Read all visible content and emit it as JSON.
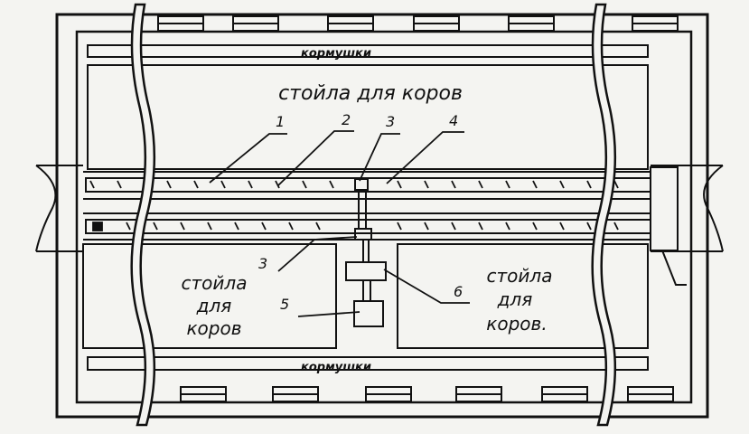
{
  "labels": {
    "feeder_top": "кормушки",
    "feeder_bottom": "кормушки",
    "stalls_top": "стойла для коров",
    "stalls_left": [
      "стойла",
      "для",
      "коров"
    ],
    "stalls_right": [
      "стойла",
      "для",
      "коров."
    ]
  },
  "callouts": [
    "1",
    "2",
    "3",
    "4",
    "3",
    "5",
    "6"
  ],
  "colors": {
    "ink": "#111111",
    "paper": "#f4f4f1"
  }
}
